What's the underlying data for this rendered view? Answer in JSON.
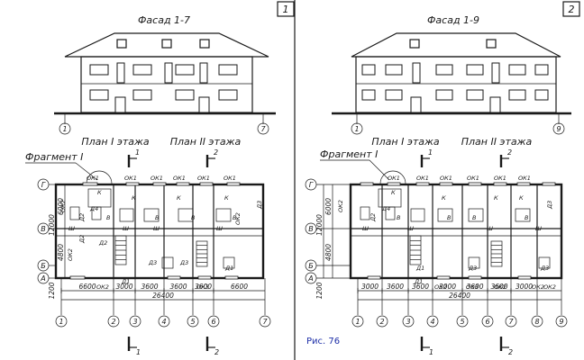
{
  "left": {
    "sheet_number": "1",
    "facade_title": "Фасад 1-7",
    "plan_title_1": "План I этажа",
    "plan_title_2": "План II этажа",
    "fragment_label": "Фрагмент I",
    "rows": [
      "Г",
      "В",
      "Б",
      "А"
    ],
    "cols": [
      "1",
      "2",
      "3",
      "4",
      "5",
      "6",
      "7"
    ],
    "facade_axes": [
      "1",
      "7"
    ],
    "dims_bottom": [
      "6600",
      "3000",
      "3600",
      "3600",
      "3600",
      "6600"
    ],
    "total": "26400",
    "dims_left_outer": [
      "12000",
      "1200"
    ],
    "dims_left_inner": [
      "6000",
      "4800"
    ],
    "room_marks": [
      "ОК1",
      "ОК1",
      "ОК1",
      "ОК1",
      "ОК1",
      "ОК1",
      "ОК2",
      "ОК2",
      "ОК2",
      "ОК3",
      "ОК2",
      "К",
      "К",
      "К",
      "К",
      "В",
      "В",
      "В",
      "В",
      "Д4",
      "Д2",
      "Д2",
      "Д2",
      "Д3",
      "Д3",
      "Д3",
      "Д1",
      "Д1",
      "Ш",
      "Ш",
      "Ш",
      "Ш"
    ]
  },
  "right": {
    "sheet_number": "2",
    "facade_title": "Фасад 1-9",
    "plan_title_1": "План I этажа",
    "plan_title_2": "План II этажа",
    "fragment_label": "Фрагмент I",
    "rows": [
      "Г",
      "В",
      "Б",
      "А"
    ],
    "cols": [
      "1",
      "2",
      "3",
      "4",
      "5",
      "6",
      "7",
      "8",
      "9"
    ],
    "facade_axes": [
      "1",
      "9"
    ],
    "dims_bottom": [
      "3000",
      "3600",
      "3600",
      "3000",
      "3600",
      "3600",
      "3000"
    ],
    "total": "26400",
    "dims_left_outer": [
      "12000",
      "1200"
    ],
    "dims_left_inner": [
      "6000",
      "4800"
    ],
    "room_marks": [
      "ОК1",
      "ОК1",
      "ОК1",
      "ОК1",
      "ОК1",
      "ОК1",
      "ОК2",
      "ОК2",
      "ОК3",
      "ОК2",
      "ОК2",
      "ОК2",
      "К",
      "К",
      "К",
      "К",
      "В",
      "В",
      "В",
      "В",
      "Д4",
      "Д2",
      "Д3",
      "Д3",
      "Д3",
      "Д1",
      "Д1",
      "Ш",
      "Ш",
      "Ш",
      "Ш"
    ]
  },
  "section_marks": [
    "1",
    "2"
  ],
  "caption": "Рис. 76"
}
